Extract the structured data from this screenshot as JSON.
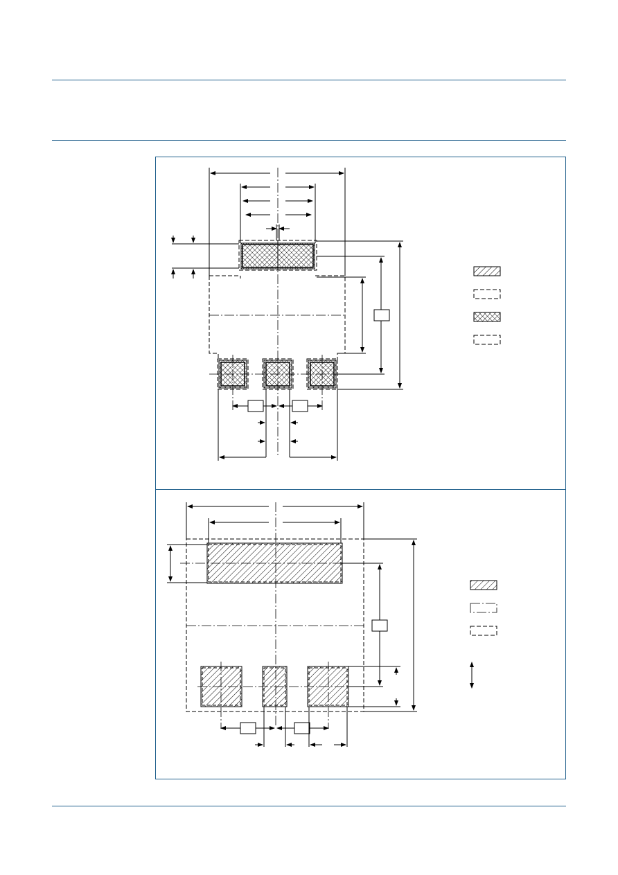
{
  "colors": {
    "accent": "#1f5f8b",
    "ink": "#000000"
  },
  "header": {
    "rules": [
      "top-rule",
      "header-rule",
      "footer-rule"
    ]
  },
  "figure_top": {
    "name": "reflow-soldering-footprint",
    "legend": [
      {
        "icon": "solder-land-icon",
        "pattern": "diagonal-hatch"
      },
      {
        "icon": "solder-land-plus-tolerance-icon",
        "pattern": "dashed-outline"
      },
      {
        "icon": "solder-resist-icon",
        "pattern": "cross-hatch"
      },
      {
        "icon": "occupied-area-icon",
        "pattern": "dashed-outline"
      }
    ]
  },
  "figure_bottom": {
    "name": "wave-soldering-footprint",
    "legend": [
      {
        "icon": "solder-land-icon",
        "pattern": "diagonal-hatch"
      },
      {
        "icon": "solder-resist-icon",
        "pattern": "dash-dot-outline"
      },
      {
        "icon": "occupied-area-icon",
        "pattern": "dashed-outline"
      },
      {
        "icon": "transport-direction-icon",
        "pattern": "double-arrow"
      }
    ]
  }
}
